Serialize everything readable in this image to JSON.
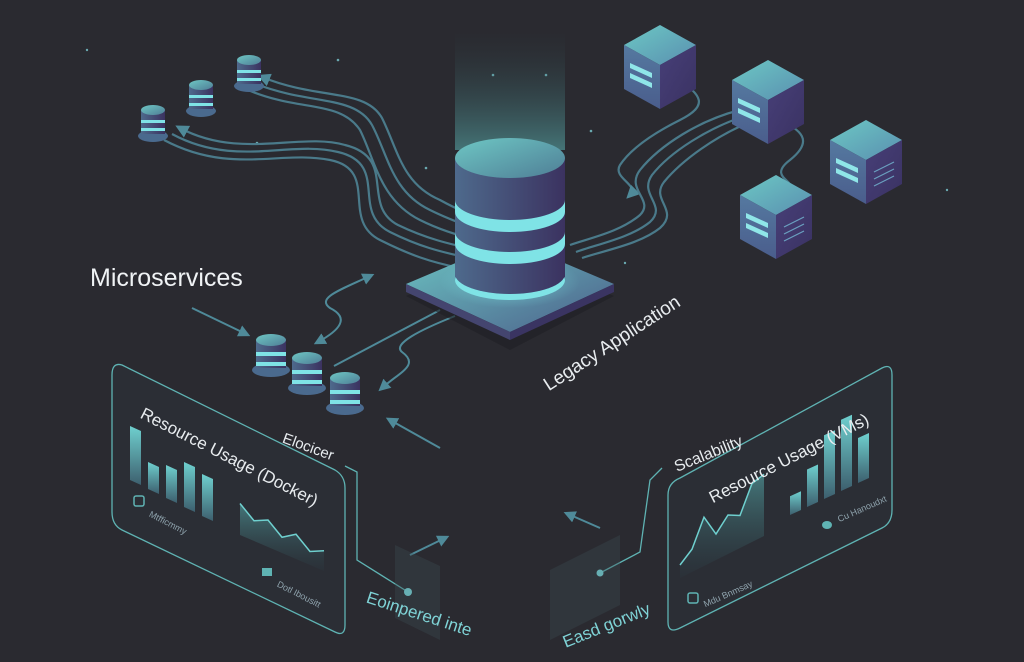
{
  "diagram": {
    "title": "Legacy Application to Microservices Migration",
    "labels": {
      "microservices": "Microservices",
      "legacy_application": "Legacy Application",
      "resource_usage_docker": "Resource Usage (Docker)",
      "resource_usage_vms": "Resource Usage (VMs)",
      "load_balancer": "Elocicer",
      "scalability": "Scalability",
      "engineered_interface": "Eoinpered inte",
      "api_gateway": "Easd gorwly"
    },
    "panel_captions": {
      "docker_bar_caption": "Mtfficmmy",
      "docker_line_caption": "Dotl Ibousitt",
      "vms_line_caption": "Mdu Bnmsay",
      "vms_bar_caption": "Cu Hanoudxt"
    },
    "docker_panel": {
      "bar_values": [
        0.9,
        0.45,
        0.55,
        0.75,
        0.7
      ],
      "line_values": [
        0.7,
        0.45,
        0.6,
        0.35,
        0.55,
        0.3,
        0.45
      ]
    },
    "vms_panel": {
      "line_values": [
        0.2,
        0.35,
        0.75,
        0.4,
        0.6,
        0.5,
        0.9,
        0.95
      ],
      "bar_values": [
        0.25,
        0.5,
        0.85,
        0.95,
        0.6
      ]
    },
    "colors": {
      "background": "#2a2a30",
      "accent_cyan": "#7fe3e6",
      "node_teal": "#5ab5b8",
      "node_purple": "#4a4a7a",
      "connector": "#4f8a99",
      "panel_border": "#5fb3b3"
    }
  }
}
